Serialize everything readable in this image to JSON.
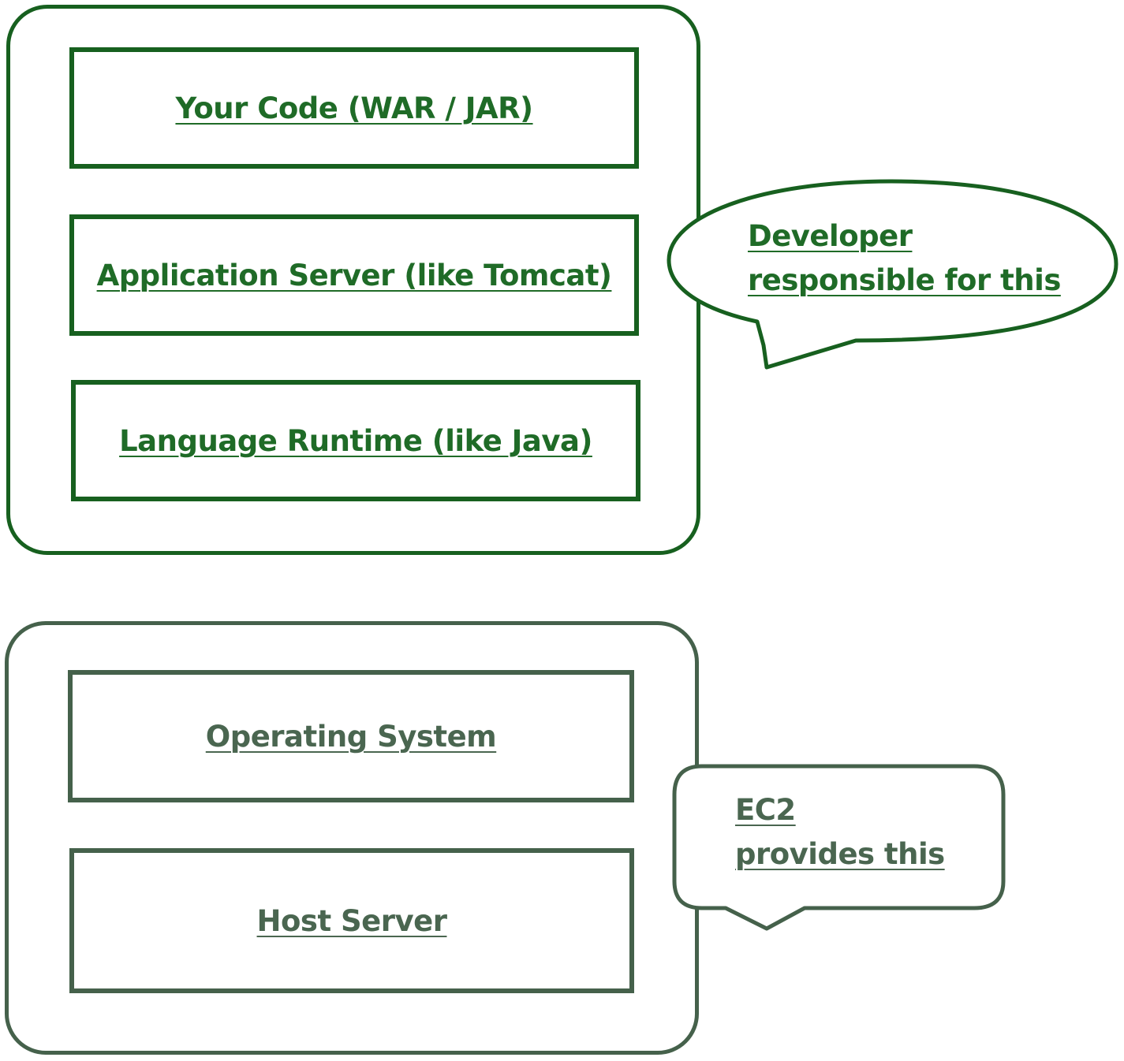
{
  "developer_stack": {
    "layers": [
      {
        "label": "Your Code (WAR / JAR)"
      },
      {
        "label": "Application Server (like Tomcat)"
      },
      {
        "label": "Language Runtime (like Java)"
      }
    ],
    "callout": {
      "line1": "Developer",
      "line2": "responsible for this"
    }
  },
  "ec2_stack": {
    "layers": [
      {
        "label": "Operating System"
      },
      {
        "label": "Host Server"
      }
    ],
    "callout": {
      "line1": "EC2",
      "line2": "provides this"
    }
  },
  "colors": {
    "developer_border": "#17601f",
    "developer_text": "#1f6b27",
    "ec2_border": "#45614b",
    "ec2_text": "#4a6650"
  }
}
